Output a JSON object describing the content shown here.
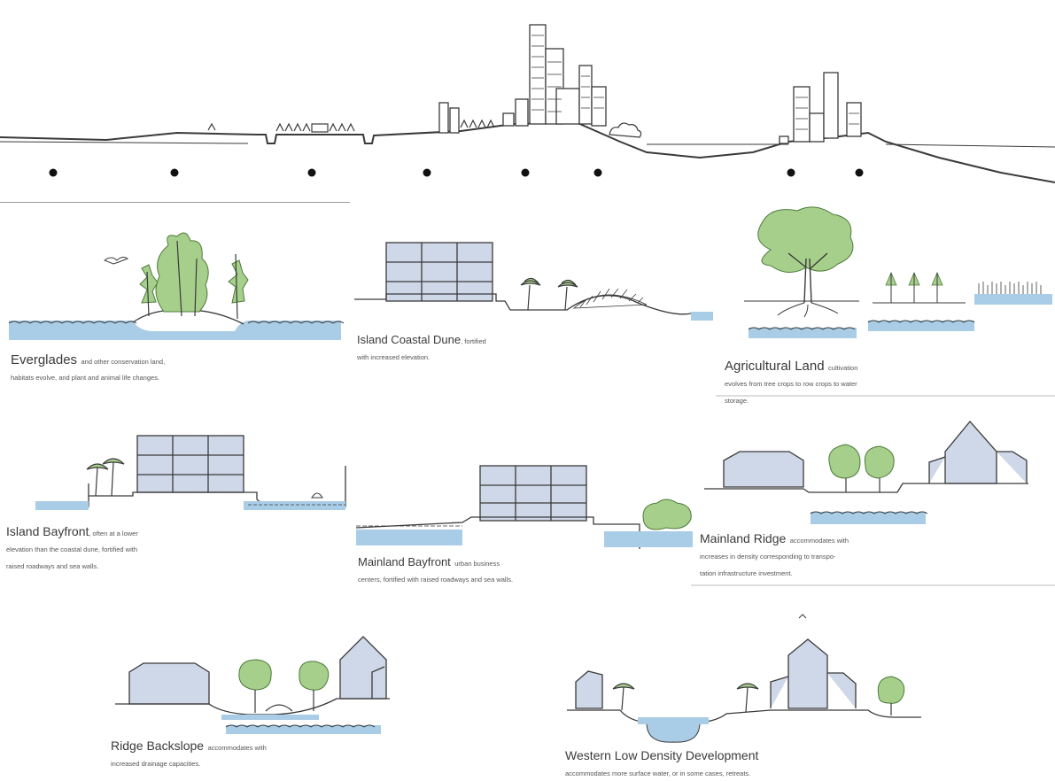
{
  "colors": {
    "water": "#a9cde6",
    "water_dark": "#6f93b3",
    "building": "#cfd8e8",
    "tree": "#a7cf8c",
    "tree_dark": "#6f9a55",
    "ink": "#3a3a3a"
  },
  "sections": [
    {
      "title": "Everglades",
      "desc": "and other conservation land,",
      "desc2": "habitats evolve, and plant and animal life changes."
    },
    {
      "title": "Island Coastal Dune",
      "desc": ", fortified",
      "desc2": "with increased elevation."
    },
    {
      "title": "Agricultural Land",
      "desc": "cultivation",
      "desc2": "evolves from tree crops to row crops to water",
      "desc3": "storage."
    },
    {
      "title": "Island Bayfront",
      "desc": ", often at a lower",
      "desc2": "elevation than the coastal dune, fortified with",
      "desc3": "raised roadways and sea walls."
    },
    {
      "title": "Mainland Bayfront",
      "desc": "urban business",
      "desc2": "centers, fortified with raised roadways and sea walls."
    },
    {
      "title": "Mainland Ridge",
      "desc": "accommodates with",
      "desc2": "increases in density corresponding to transpo-",
      "desc3": "tation infrastructure investment."
    },
    {
      "title": "Ridge Backslope",
      "desc": "accommodates with",
      "desc2": "increased drainage capacities."
    },
    {
      "title": "Western Low Density Development",
      "desc": "",
      "desc2": "accommodates more surface water, or in some cases, retreats."
    }
  ]
}
